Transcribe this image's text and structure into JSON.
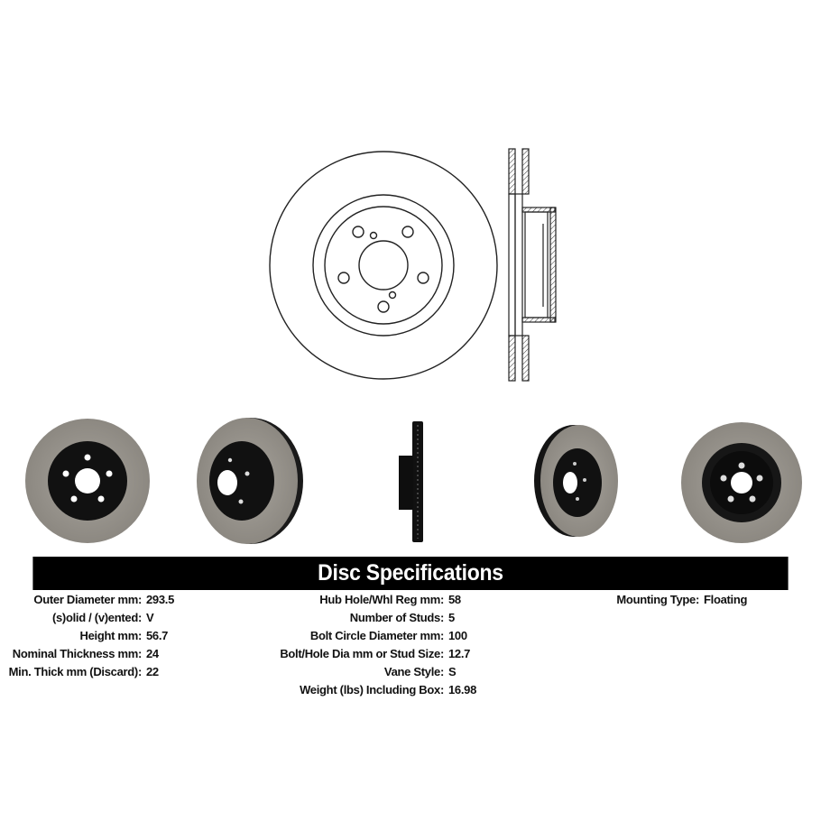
{
  "drawing": {
    "front_view": "disc-front-line-drawing",
    "side_view": "disc-cross-section-drawing",
    "bolt_holes": 5
  },
  "photos": [
    {
      "view": "front",
      "label": "disc-photo-front"
    },
    {
      "view": "angled-left",
      "label": "disc-photo-angled-hat"
    },
    {
      "view": "side",
      "label": "disc-photo-side-profile"
    },
    {
      "view": "angled-right",
      "label": "disc-photo-angled-back"
    },
    {
      "view": "back",
      "label": "disc-photo-back"
    }
  ],
  "colors": {
    "bar": "#000000",
    "bar_text": "#ffffff",
    "rotor_face": "#9a968f",
    "hat": "#111111"
  },
  "specs": {
    "title": "Disc Specifications",
    "col1": [
      {
        "label": "Outer Diameter mm:",
        "value": "293.5"
      },
      {
        "label": "(s)olid / (v)ented:",
        "value": "V"
      },
      {
        "label": "Height mm:",
        "value": "56.7"
      },
      {
        "label": "Nominal Thickness mm:",
        "value": "24"
      },
      {
        "label": "Min. Thick mm (Discard):",
        "value": "22"
      }
    ],
    "col2": [
      {
        "label": "Hub Hole/Whl Reg mm:",
        "value": "58"
      },
      {
        "label": "Number of Studs:",
        "value": "5"
      },
      {
        "label": "Bolt Circle Diameter mm:",
        "value": "100"
      },
      {
        "label": "Bolt/Hole Dia mm or Stud Size:",
        "value": "12.7"
      },
      {
        "label": "Vane Style:",
        "value": "S"
      },
      {
        "label": "Weight (lbs) Including Box:",
        "value": "16.98"
      }
    ],
    "col3": [
      {
        "label": "Mounting Type:",
        "value": "Floating"
      }
    ]
  }
}
